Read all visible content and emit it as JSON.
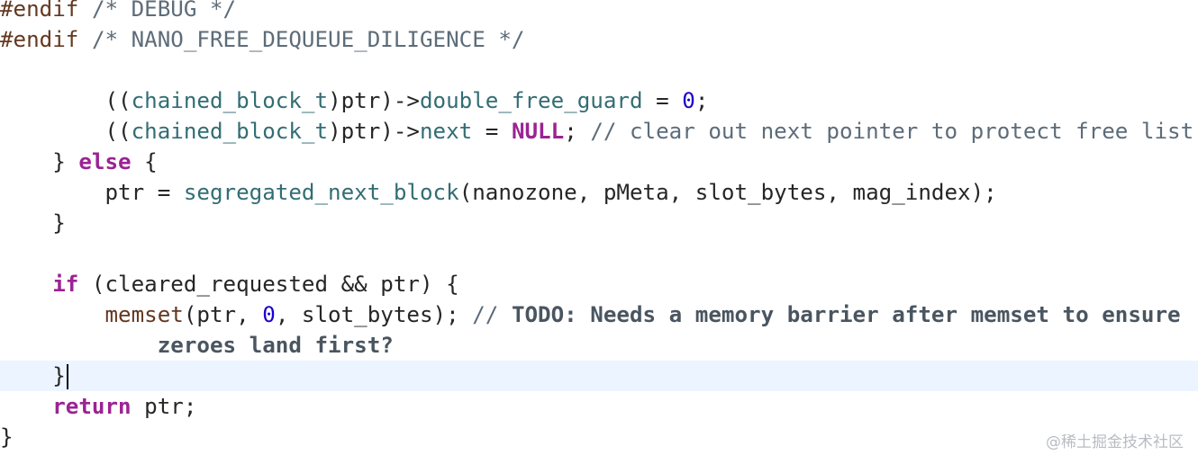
{
  "editor": {
    "lines": [
      {
        "tokens": [
          {
            "t": "#endif ",
            "c": "pp"
          },
          {
            "t": "/* DEBUG */",
            "c": "ppc"
          }
        ]
      },
      {
        "tokens": [
          {
            "t": "#endif ",
            "c": "pp"
          },
          {
            "t": "/* NANO_FREE_DEQUEUE_DILIGENCE */",
            "c": "ppc"
          }
        ]
      },
      {
        "tokens": []
      },
      {
        "tokens": [
          {
            "t": "        ((",
            "c": "plain"
          },
          {
            "t": "chained_block_t",
            "c": "fn"
          },
          {
            "t": ")ptr)->",
            "c": "plain"
          },
          {
            "t": "double_free_guard",
            "c": "fn"
          },
          {
            "t": " = ",
            "c": "plain"
          },
          {
            "t": "0",
            "c": "num"
          },
          {
            "t": ";",
            "c": "plain"
          }
        ]
      },
      {
        "tokens": [
          {
            "t": "        ((",
            "c": "plain"
          },
          {
            "t": "chained_block_t",
            "c": "fn"
          },
          {
            "t": ")ptr)->",
            "c": "plain"
          },
          {
            "t": "next",
            "c": "fn"
          },
          {
            "t": " = ",
            "c": "plain"
          },
          {
            "t": "NULL",
            "c": "kw"
          },
          {
            "t": "; ",
            "c": "plain"
          },
          {
            "t": "// clear out next pointer to protect free list",
            "c": "cm"
          }
        ]
      },
      {
        "tokens": [
          {
            "t": "    } ",
            "c": "plain"
          },
          {
            "t": "else",
            "c": "kw"
          },
          {
            "t": " {",
            "c": "plain"
          }
        ]
      },
      {
        "tokens": [
          {
            "t": "        ptr = ",
            "c": "plain"
          },
          {
            "t": "segregated_next_block",
            "c": "fn"
          },
          {
            "t": "(nanozone, pMeta, slot_bytes, mag_index);",
            "c": "plain"
          }
        ]
      },
      {
        "tokens": [
          {
            "t": "    }",
            "c": "plain"
          }
        ]
      },
      {
        "tokens": []
      },
      {
        "tokens": [
          {
            "t": "    ",
            "c": "plain"
          },
          {
            "t": "if",
            "c": "kw"
          },
          {
            "t": " (cleared_requested && ptr) {",
            "c": "plain"
          }
        ]
      },
      {
        "tokens": [
          {
            "t": "        ",
            "c": "plain"
          },
          {
            "t": "memset",
            "c": "pp"
          },
          {
            "t": "(ptr, ",
            "c": "plain"
          },
          {
            "t": "0",
            "c": "num"
          },
          {
            "t": ", slot_bytes); ",
            "c": "plain"
          },
          {
            "t": "// ",
            "c": "cm"
          },
          {
            "t": "TODO: Needs a memory barrier after memset to ensure",
            "c": "todo"
          }
        ]
      },
      {
        "tokens": [
          {
            "t": "            zeroes land first?",
            "c": "todo"
          }
        ]
      },
      {
        "tokens": [
          {
            "t": "    }",
            "c": "plain"
          }
        ],
        "current": true,
        "cursor": true
      },
      {
        "tokens": [
          {
            "t": "    ",
            "c": "plain"
          },
          {
            "t": "return",
            "c": "kw"
          },
          {
            "t": " ptr;",
            "c": "plain"
          }
        ]
      },
      {
        "tokens": [
          {
            "t": "}",
            "c": "plain"
          }
        ]
      }
    ]
  },
  "watermark": {
    "text": "@稀土掘金技术社区"
  }
}
